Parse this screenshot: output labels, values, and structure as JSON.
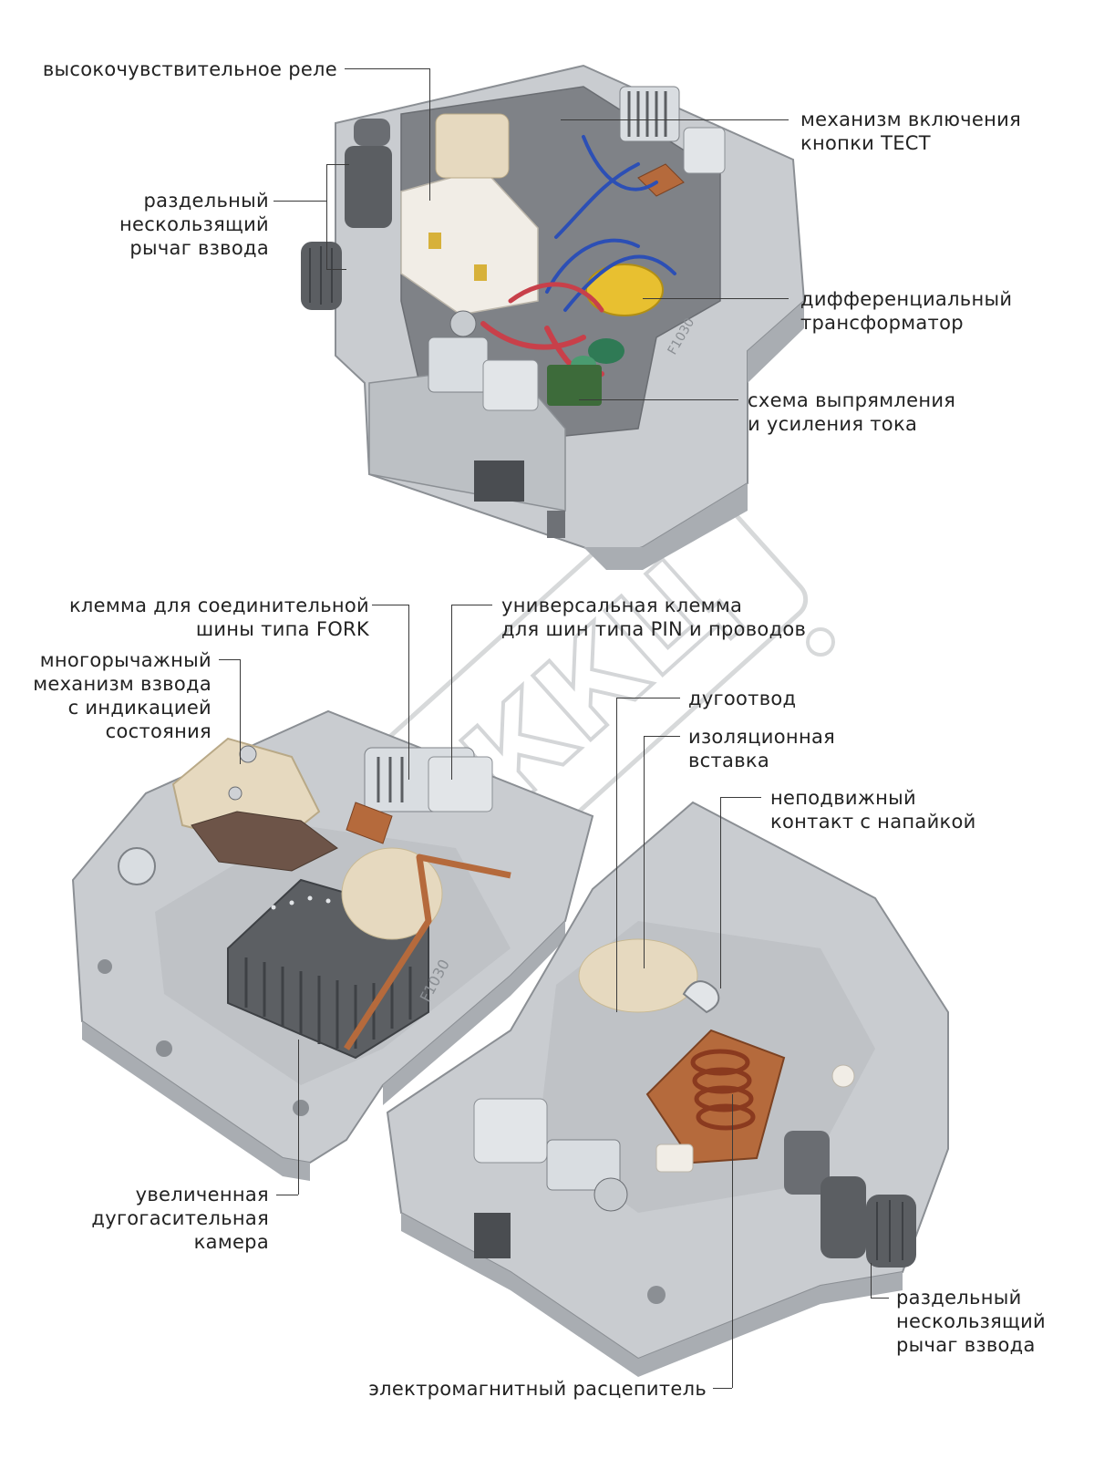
{
  "colors": {
    "housing": "#c9ccd0",
    "housing_shade": "#a9adb2",
    "housing_dark": "#8b8f94",
    "copper": "#b56a3c",
    "coil": "#8a3a1f",
    "relay_white": "#f1ede6",
    "cream": "#e6d9bf",
    "brown": "#6d5448",
    "yellow": "#e8c030",
    "blue_wire": "#2c4fb5",
    "red_wire": "#c8404a",
    "green": "#2f7a55",
    "steel": "#d9dde1",
    "dark_grey": "#5b5e62",
    "watermark": "#d0d2d4",
    "leader": "#3a3a3a"
  },
  "watermark": {
    "text": "ККЦ"
  },
  "labels": {
    "relay": "высокочувствительное реле",
    "test_button": "механизм включения\nкнопки ТЕСТ",
    "lever_top": "раздельный\nнескользящий\nрычаг взвода",
    "transformer": "дифференциальный\nтрансформатор",
    "rectifier": "схема выпрямления\nи усиления тока",
    "fork_terminal": "клемма для соединительной\nшины типа FORK",
    "universal_terminal": "универсальная клемма\nдля шин типа PIN и проводов",
    "multi_lever": "многорычажный\nмеханизм взвода\nс индикацией\nсостояния",
    "arc_runner": "дугоотвод",
    "insulating_insert": "изоляционная\nвставка",
    "fixed_contact": "неподвижный\nконтакт с напайкой",
    "arc_chamber": "увеличенная\nдугогасительная\nкамера",
    "lever_bottom": "раздельный\nнескользящий\nрычаг взвода",
    "em_release": "электромагнитный расцепитель"
  },
  "housing_marking": "F1030"
}
